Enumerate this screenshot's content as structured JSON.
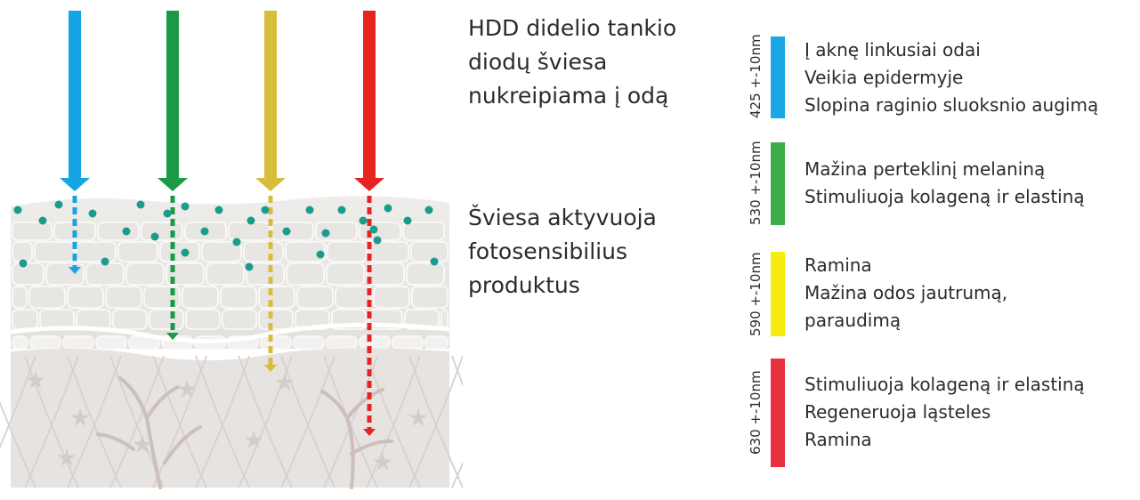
{
  "captions": {
    "top": [
      "HDD didelio tankio",
      "diodų šviesa",
      "nukreipiama į odą"
    ],
    "bottom": [
      "Šviesa aktyvuoja",
      "fotosensibilius",
      "produktus"
    ]
  },
  "bands": [
    {
      "wavelength": "425 +-10nm",
      "color": "#1aa7e4",
      "effects": [
        "Į aknę linkusiai odai",
        "Veikia epidermyje",
        "Slopina raginio sluoksnio augimą"
      ]
    },
    {
      "wavelength": "530 +-10nm",
      "color": "#3cae49",
      "effects": [
        "Mažina perteklinį melaniną",
        "Stimuliuoja kolageną ir elastiną"
      ]
    },
    {
      "wavelength": "590 +-10nm",
      "color": "#f7ec12",
      "effects": [
        "Ramina",
        "Mažina odos jautrumą,",
        "paraudimą"
      ]
    },
    {
      "wavelength": "630 +-10nm",
      "color": "#e8313e",
      "effects": [
        "Stimuliuoja kolageną ir elastiną",
        "Regeneruoja ląsteles",
        "Ramina"
      ]
    }
  ],
  "illustration": {
    "arrow_colors": [
      "#14a5e2",
      "#1a9a47",
      "#d8bd3c",
      "#e52421"
    ],
    "particle_color": "#1a9c8c",
    "skin_color": "#e4e2df"
  }
}
